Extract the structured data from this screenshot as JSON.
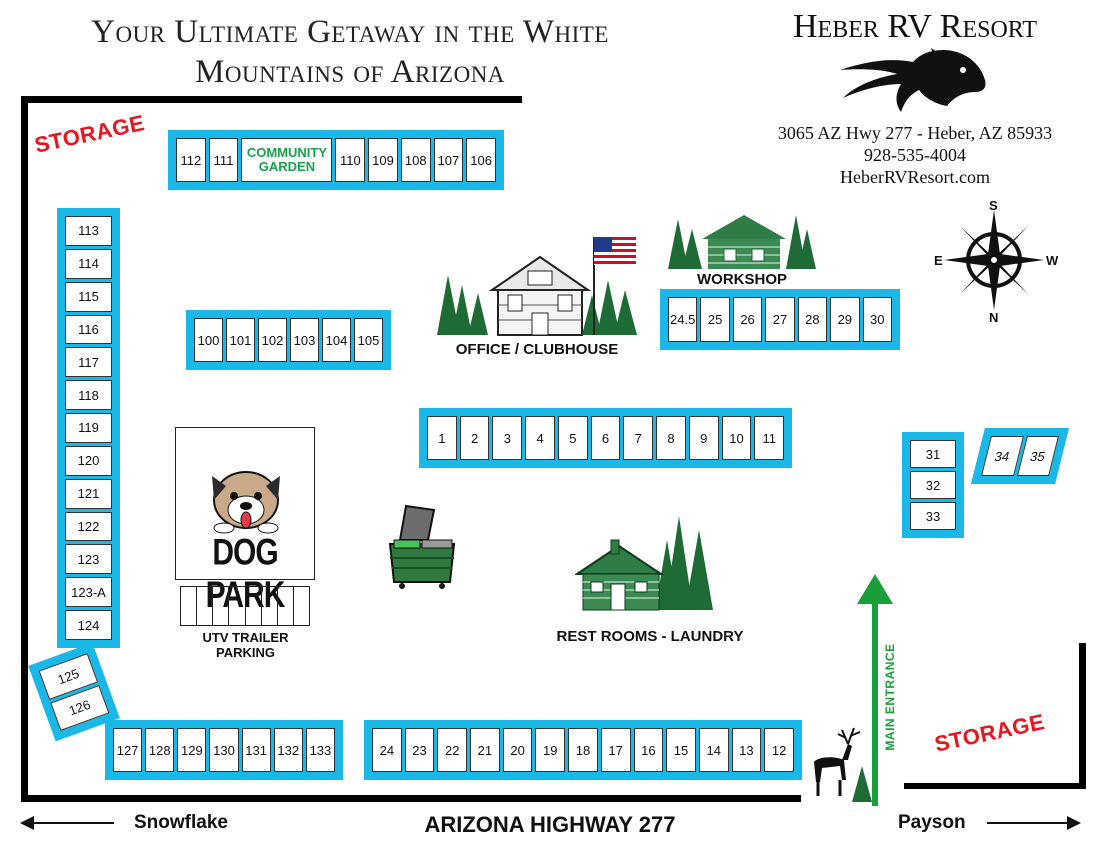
{
  "tagline": "Your Ultimate Getaway in the White Mountains of Arizona",
  "resort": {
    "name": "Heber RV Resort",
    "address": "3065 AZ Hwy 277 - Heber, AZ 85933",
    "phone": "928-535-4004",
    "website": "HeberRVResort.com"
  },
  "compass": {
    "n": "N",
    "s": "S",
    "e": "E",
    "w": "W"
  },
  "colors": {
    "site_border": "#1ab8e8",
    "storage": "#e8141e",
    "garden": "#17a34a",
    "tree": "#1e6b35",
    "entrance": "#1a9e3a"
  },
  "labels": {
    "storage_top": "STORAGE",
    "storage_bottom": "STORAGE",
    "community_garden": "COMMUNITY GARDEN",
    "workshop": "WORKSHOP",
    "office": "OFFICE / CLUBHOUSE",
    "dog_park": "DOG PARK",
    "utv_parking": "UTV TRAILER PARKING",
    "restrooms": "REST ROOMS - LAUNDRY",
    "main_entrance": "MAIN ENTRANCE",
    "highway": "ARIZONA HIGHWAY 277",
    "west_direction": "Snowflake",
    "east_direction": "Payson"
  },
  "sites": {
    "top_left": [
      "112",
      "111"
    ],
    "top_right": [
      "110",
      "109",
      "108",
      "107",
      "106"
    ],
    "left_column": [
      "113",
      "114",
      "115",
      "116",
      "117",
      "118",
      "119",
      "120",
      "121",
      "122",
      "123",
      "123-A",
      "124"
    ],
    "corner": [
      "125",
      "126"
    ],
    "row_100": [
      "100",
      "101",
      "102",
      "103",
      "104",
      "105"
    ],
    "row_workshop": [
      "24.5",
      "25",
      "26",
      "27",
      "28",
      "29",
      "30"
    ],
    "row_center": [
      "1",
      "2",
      "3",
      "4",
      "5",
      "6",
      "7",
      "8",
      "9",
      "10",
      "11"
    ],
    "right_column": [
      "31",
      "32",
      "33"
    ],
    "angled": [
      "34",
      "35"
    ],
    "bottom_left": [
      "127",
      "128",
      "129",
      "130",
      "131",
      "132",
      "133"
    ],
    "bottom_right": [
      "24",
      "23",
      "22",
      "21",
      "20",
      "19",
      "18",
      "17",
      "16",
      "15",
      "14",
      "13",
      "12"
    ]
  },
  "icons": {
    "logo": "horse-head-logo",
    "compass": "compass-rose-icon",
    "flag": "us-flag-icon",
    "dumpster": "dumpster-icon",
    "elk": "elk-icon",
    "dog": "dog-face-icon"
  }
}
